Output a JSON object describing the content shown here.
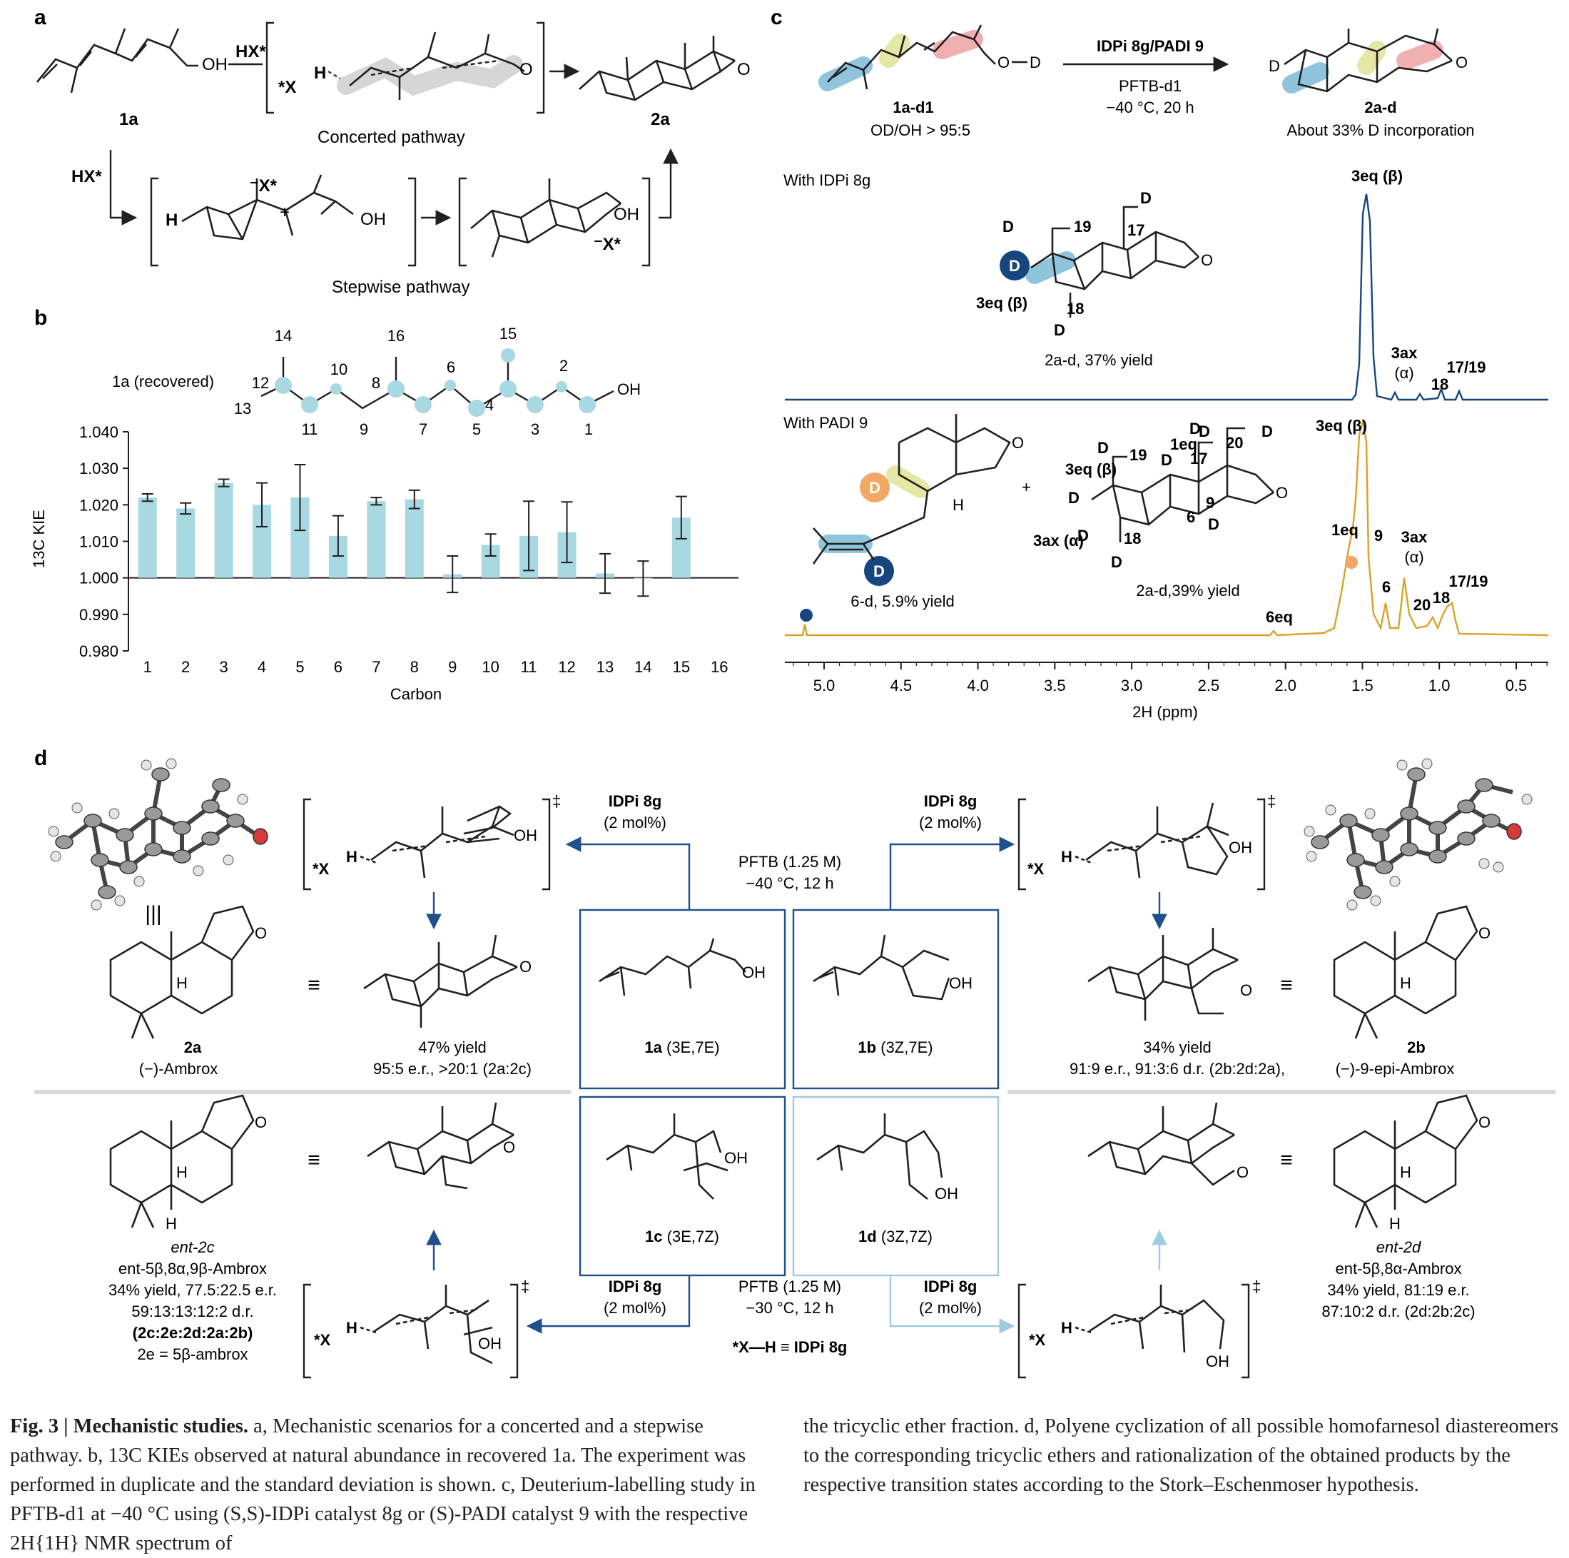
{
  "panel_labels": {
    "a": "a",
    "b": "b",
    "c": "c",
    "d": "d"
  },
  "panel_a": {
    "reagent_top": "HX*",
    "reagent_left": "HX*",
    "start_label": "1a",
    "product_label": "2a",
    "pathway_concerted": "Concerted pathway",
    "pathway_stepwise": "Stepwise pathway",
    "x_star": "*X",
    "h": "H",
    "minus_x_star": "⁻X*",
    "plus": "+",
    "oh": "OH",
    "o": "O"
  },
  "panel_b": {
    "molecule_label": "1a (recovered)",
    "atom_numbers_top": [
      "14",
      "10",
      "16",
      "6",
      "15",
      "2"
    ],
    "atom_numbers_side": [
      "12",
      "13",
      "8",
      "4"
    ],
    "atom_numbers_bottom": [
      "11",
      "9",
      "7",
      "5",
      "3",
      "1"
    ],
    "oh": "OH"
  },
  "chart_data": {
    "type": "bar",
    "categories": [
      "1",
      "2",
      "3",
      "4",
      "5",
      "6",
      "7",
      "8",
      "9",
      "10",
      "11",
      "12",
      "13",
      "14",
      "15",
      "16"
    ],
    "values": [
      1.022,
      1.019,
      1.026,
      1.02,
      1.022,
      1.0115,
      1.021,
      1.0215,
      1.001,
      1.009,
      1.0115,
      1.0125,
      1.0012,
      0.9998,
      1.0165,
      null
    ],
    "errors": [
      0.001,
      0.0015,
      0.001,
      0.006,
      0.009,
      0.0055,
      0.001,
      0.0025,
      0.005,
      0.003,
      0.0095,
      0.0083,
      0.0054,
      0.0048,
      0.0058,
      null
    ],
    "xlabel": "Carbon",
    "ylabel": "13C KIE",
    "ylim": [
      0.98,
      1.04
    ],
    "yticks": [
      "1.040",
      "1.030",
      "1.020",
      "1.010",
      "1.000",
      "0.990",
      "0.980"
    ],
    "grid": false,
    "bar_color": "#a8d8e2"
  },
  "panel_c": {
    "reagent_main": "IDPi 8g/PADI 9",
    "solvent": "PFTB-d1",
    "conditions": "−40 °C, 20 h",
    "sm_label": "1a-d1",
    "sm_ratio": "OD/OH > 95:5",
    "product_label": "2a-d",
    "product_note": "About 33% D incorporation",
    "with_idpi": "With IDPi 8g",
    "with_padi": "With PADI 9",
    "idpi_product": "2a-d, 37% yield",
    "padi_product_a": "6-d, 5.9% yield",
    "padi_product_b": "2a-d,39% yield",
    "plus": "+",
    "peak_labels_top": [
      "3eq (β)",
      "3ax",
      "(α)",
      "18",
      "17/19"
    ],
    "peak_labels_bottom": [
      "3eq (β)",
      "1eq",
      "9",
      "3ax",
      "(α)",
      "6",
      "20",
      "18",
      "17/19",
      "6eq"
    ],
    "struct_labels": [
      "D",
      "19",
      "17",
      "18",
      "3eq (β)",
      "3ax (α)",
      "1eq",
      "20",
      "9",
      "6"
    ],
    "xaxis_ticks": [
      "5.0",
      "4.5",
      "4.0",
      "3.5",
      "3.0",
      "2.5",
      "2.0",
      "1.5",
      "1.0",
      "0.5"
    ],
    "xaxis_label": "2H (ppm)",
    "colors": {
      "idpi": "#17467f",
      "padi": "#d9a227",
      "blue_hl": "#8fc4dd",
      "yellow_hl": "#e4e7a5",
      "red_hl": "#f0b0b2",
      "orange": "#f2a765"
    }
  },
  "panel_d": {
    "cat": "IDPi 8g",
    "loading": "(2 mol%)",
    "cond_top_1": "PFTB (1.25 M)",
    "cond_top_2": "−40 °C, 12 h",
    "cond_bot_1": "PFTB (1.25 M)",
    "cond_bot_2": "−30 °C, 12 h",
    "legend": "*X—H  ≡  IDPi 8g",
    "equiv": "≡",
    "triple": "|||",
    "dagger": "‡",
    "boxes": [
      {
        "name": "1a",
        "iso": "(3E,7E)"
      },
      {
        "name": "1b",
        "iso": "(3Z,7E)"
      },
      {
        "name": "1c",
        "iso": "(3E,7Z)"
      },
      {
        "name": "1d",
        "iso": "(3Z,7Z)"
      }
    ],
    "results": {
      "tl_yield": "47% yield",
      "tl_er": "95:5 e.r., >20:1 (2a:2c)",
      "tr_yield": "34% yield",
      "tr_er": "91:9 e.r., 91:3:6 d.r. (2b:2d:2a),",
      "bl_lines": [
        "ent-2c",
        "ent-5β,8α,9β-Ambrox",
        "34% yield, 77.5:22.5 e.r.",
        "59:13:13:12:2 d.r.",
        "(2c:2e:2d:2a:2b)",
        "2e = 5β-ambrox"
      ],
      "br_lines": [
        "ent-2d",
        "ent-5β,8α-Ambrox",
        "34% yield, 81:19 e.r.",
        "87:10:2 d.r. (2d:2b:2c)"
      ]
    },
    "names": {
      "ambrox_label": "2a",
      "ambrox_name": "(−)-Ambrox",
      "epi_label": "2b",
      "epi_name": "(−)-9-epi-Ambrox"
    },
    "colors": {
      "arrow_dark": "#1f4f8c",
      "arrow_light": "#9ecbe0",
      "rule": "#d9d9d9"
    }
  },
  "caption": {
    "fig_label": "Fig. 3 |",
    "title": "Mechanistic studies.",
    "left_text": "a, Mechanistic scenarios for a concerted and a stepwise pathway. b, 13C KIEs observed at natural abundance in recovered 1a. The experiment was performed in duplicate and the standard deviation is shown. c, Deuterium-labelling study in PFTB-d1 at −40 °C using (S,S)-IDPi catalyst 8g or (S)-PADI catalyst 9 with the respective 2H{1H} NMR spectrum of",
    "right_text": "the tricyclic ether fraction. d, Polyene cyclization of all possible homofarnesol diastereomers to the corresponding tricyclic ethers and rationalization of the obtained products by the respective transition states according to the Stork–Eschenmoser hypothesis."
  }
}
